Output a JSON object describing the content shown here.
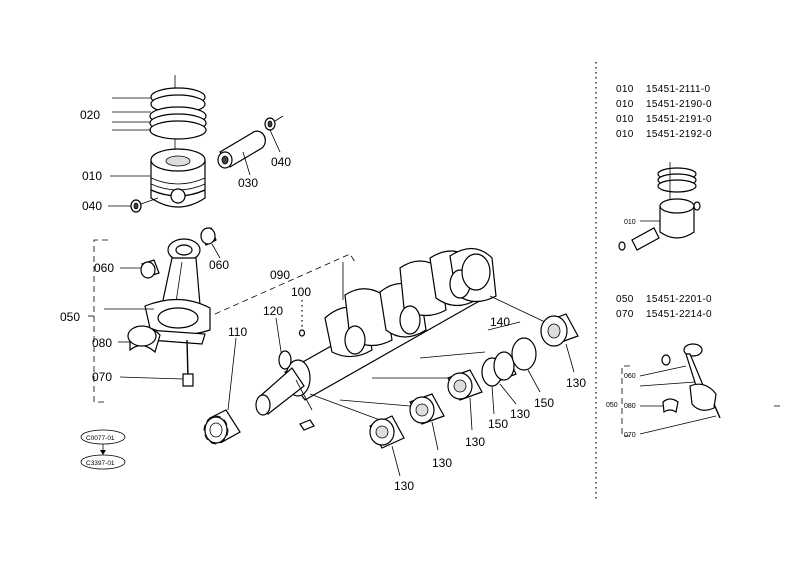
{
  "callouts": {
    "piston_rings": "020",
    "piston": "010",
    "snap_ring_left": "040",
    "piston_pin": "030",
    "snap_ring_right": "040",
    "bushing_left": "060",
    "bushing_right": "060",
    "connecting_rod": "050",
    "crank_pin_metal": "080",
    "rod_bolt": "070",
    "crankshaft": "090",
    "feather_key": "100",
    "crank_collar": "120",
    "crank_gear": "110",
    "thrust_bearing_set": "140",
    "bearing_bottom": "130",
    "bearing_mid_a": "130",
    "bearing_mid_b": "130",
    "bearing_right": "130",
    "bearing_center": "130",
    "thrust_washer_a": "150",
    "thrust_washer_b": "150"
  },
  "side_table_pistons": [
    {
      "ref": "010",
      "part_no": "15451-2111-0"
    },
    {
      "ref": "010",
      "part_no": "15451-2190-0"
    },
    {
      "ref": "010",
      "part_no": "15451-2191-0"
    },
    {
      "ref": "010",
      "part_no": "15451-2192-0"
    }
  ],
  "side_table_rods": [
    {
      "ref": "050",
      "part_no": "15451-2201-0"
    },
    {
      "ref": "070",
      "part_no": "15451-2214-0"
    }
  ],
  "inset_piston_callout": "010",
  "inset_rod": {
    "bushing": "060",
    "rod": "050",
    "metal": "080",
    "bolt": "070"
  },
  "refs": {
    "top": "C0077-01",
    "bottom": "C3397-01"
  }
}
